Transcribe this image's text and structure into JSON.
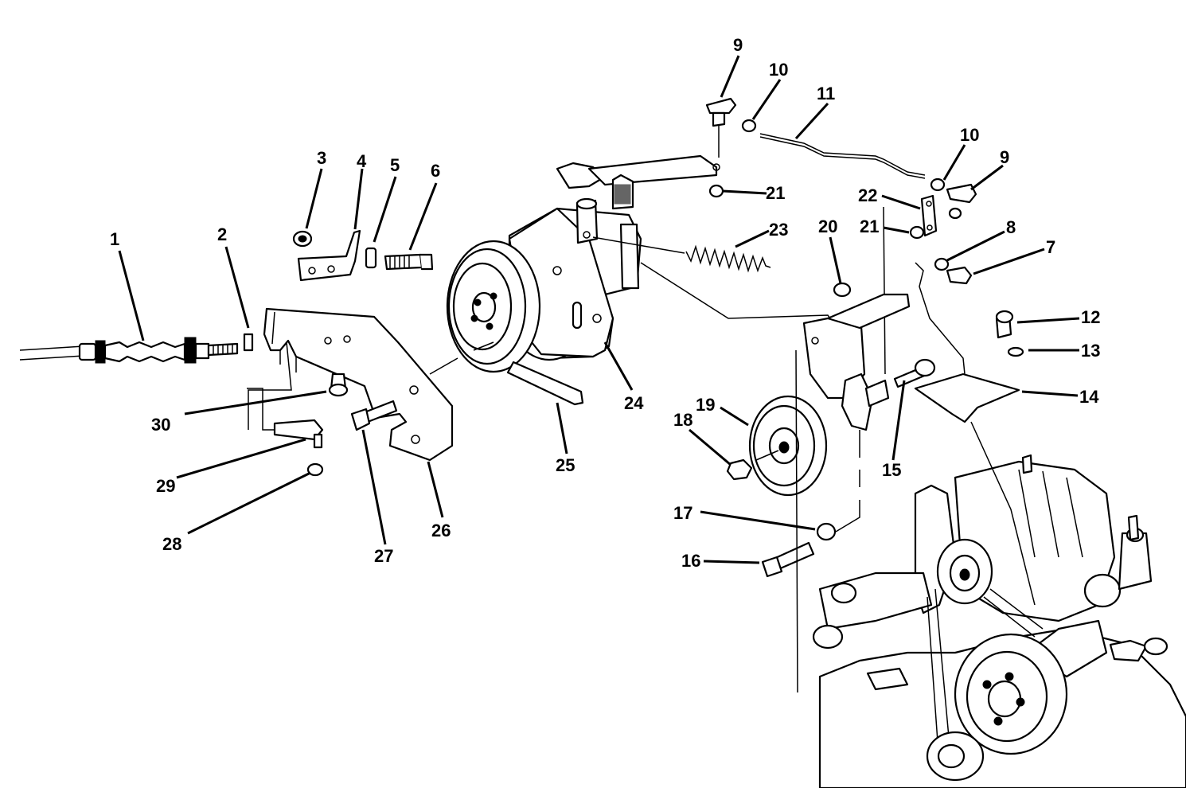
{
  "callouts": [
    {
      "id": "c1",
      "label": "1"
    },
    {
      "id": "c2",
      "label": "2"
    },
    {
      "id": "c3",
      "label": "3"
    },
    {
      "id": "c4",
      "label": "4"
    },
    {
      "id": "c5",
      "label": "5"
    },
    {
      "id": "c6",
      "label": "6"
    },
    {
      "id": "c7",
      "label": "7"
    },
    {
      "id": "c8",
      "label": "8"
    },
    {
      "id": "c9a",
      "label": "9"
    },
    {
      "id": "c9b",
      "label": "9"
    },
    {
      "id": "c10a",
      "label": "10"
    },
    {
      "id": "c10b",
      "label": "10"
    },
    {
      "id": "c11",
      "label": "11"
    },
    {
      "id": "c12",
      "label": "12"
    },
    {
      "id": "c13",
      "label": "13"
    },
    {
      "id": "c14",
      "label": "14"
    },
    {
      "id": "c15",
      "label": "15"
    },
    {
      "id": "c16",
      "label": "16"
    },
    {
      "id": "c17",
      "label": "17"
    },
    {
      "id": "c18",
      "label": "18"
    },
    {
      "id": "c19",
      "label": "19"
    },
    {
      "id": "c20",
      "label": "20"
    },
    {
      "id": "c21a",
      "label": "21"
    },
    {
      "id": "c21b",
      "label": "21"
    },
    {
      "id": "c22",
      "label": "22"
    },
    {
      "id": "c23",
      "label": "23"
    },
    {
      "id": "c24",
      "label": "24"
    },
    {
      "id": "c25",
      "label": "25"
    },
    {
      "id": "c26",
      "label": "26"
    },
    {
      "id": "c27",
      "label": "27"
    },
    {
      "id": "c28",
      "label": "28"
    },
    {
      "id": "c29",
      "label": "29"
    },
    {
      "id": "c30",
      "label": "30"
    }
  ]
}
